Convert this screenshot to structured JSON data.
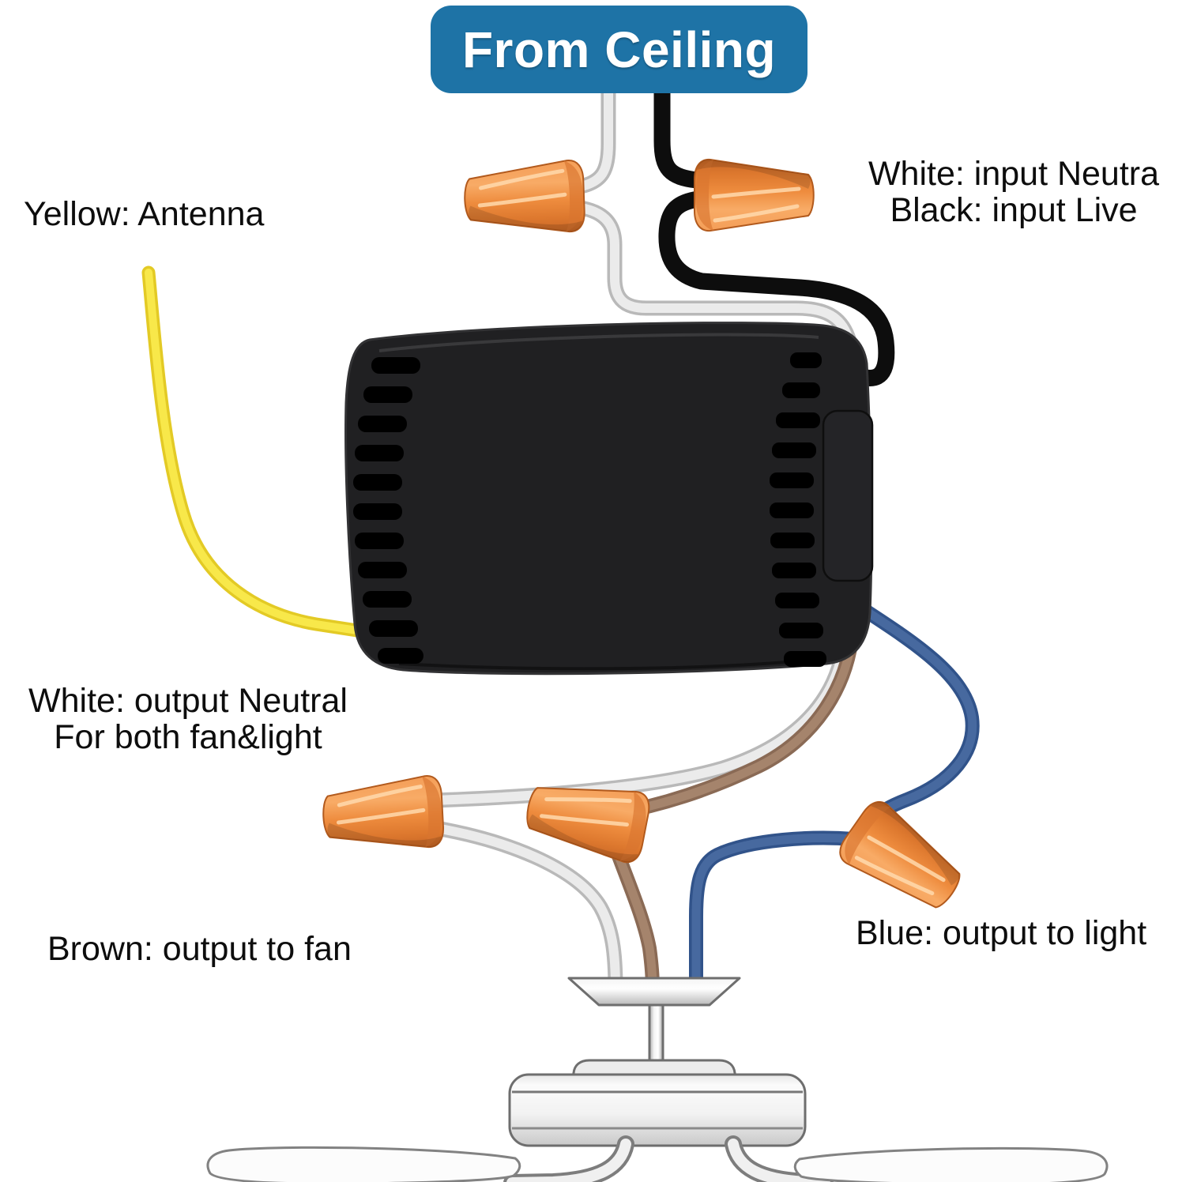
{
  "header": {
    "label": "From Ceiling",
    "bg_color": "#1e73a6",
    "text_color": "#ffffff"
  },
  "labels": {
    "antenna": "Yellow: Antenna",
    "input_white": "White: input Neutra",
    "input_black": "Black: input Live",
    "output_neutral_1": "White: output Neutral",
    "output_neutral_2": "For both fan&light",
    "output_fan": "Brown: output to fan",
    "output_light": "Blue: output to light"
  },
  "wires": [
    {
      "name": "white-input",
      "color_hex": "#ebebeb",
      "meaning": "White: input Neutra"
    },
    {
      "name": "black-input",
      "color_hex": "#0d0d0d",
      "meaning": "Black: input Live"
    },
    {
      "name": "yellow-antenna",
      "color_hex": "#f8e84a",
      "meaning": "Yellow: Antenna"
    },
    {
      "name": "white-output",
      "color_hex": "#ebebeb",
      "meaning": "White: output Neutral For both fan&light"
    },
    {
      "name": "brown-output",
      "color_hex": "#a5846c",
      "meaning": "Brown: output to fan"
    },
    {
      "name": "blue-output",
      "color_hex": "#47699f",
      "meaning": "Blue: output to light"
    }
  ],
  "colors": {
    "header_bg": "#1e73a6",
    "label_text": "#0d0d0d",
    "wire_white": "#ebebeb",
    "wire_white_edge": "#b9b9b9",
    "wire_black": "#0d0d0d",
    "wire_yellow": "#f8e84a",
    "wire_yellow_edge": "#e3ca25",
    "wire_brown": "#a5846c",
    "wire_brown_edge": "#8a6a55",
    "wire_blue": "#47699f",
    "wire_blue_edge": "#31538a",
    "wire_nut_orange": "#ee8c3e",
    "receiver_body": "#202022"
  }
}
